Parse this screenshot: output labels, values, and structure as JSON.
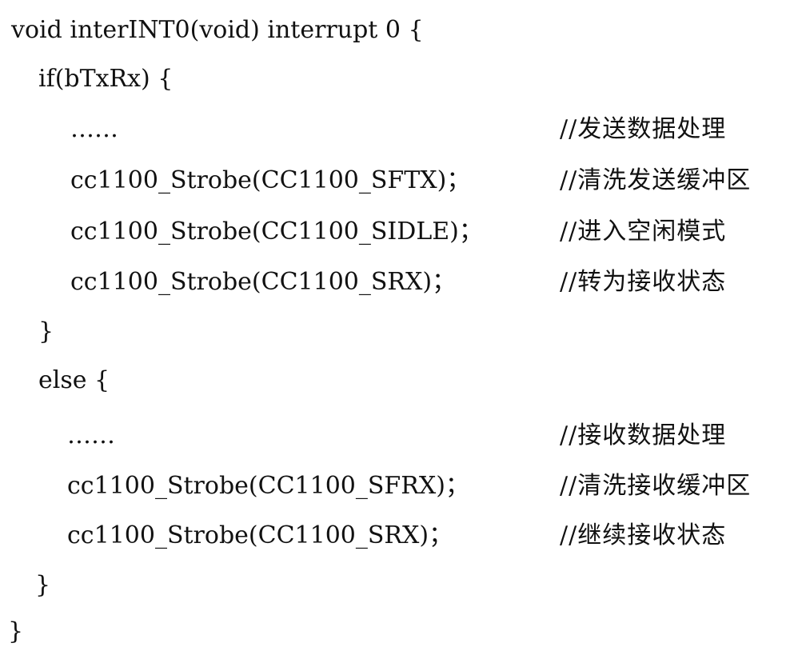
{
  "code": {
    "lines": [
      {
        "code": "void interINT0(void) interrupt 0 {",
        "comment": ""
      },
      {
        "code": "if(bTxRx) {",
        "comment": ""
      },
      {
        "code": "……",
        "comment": "//发送数据处理"
      },
      {
        "code": "cc1100_Strobe(CC1100_SFTX)；",
        "comment": "//清洗发送缓冲区"
      },
      {
        "code": "cc1100_Strobe(CC1100_SIDLE)；",
        "comment": "//进入空闲模式"
      },
      {
        "code": "cc1100_Strobe(CC1100_SRX)；",
        "comment": "//转为接收状态"
      },
      {
        "code": "}",
        "comment": ""
      },
      {
        "code": "else {",
        "comment": ""
      },
      {
        "code": "……",
        "comment": "//接收数据处理"
      },
      {
        "code": "cc1100_Strobe(CC1100_SFRX)；",
        "comment": "//清洗接收缓冲区"
      },
      {
        "code": "cc1100_Strobe(CC1100_SRX)；",
        "comment": "//继续接收状态"
      },
      {
        "code": "}",
        "comment": ""
      },
      {
        "code": "}",
        "comment": ""
      }
    ]
  }
}
